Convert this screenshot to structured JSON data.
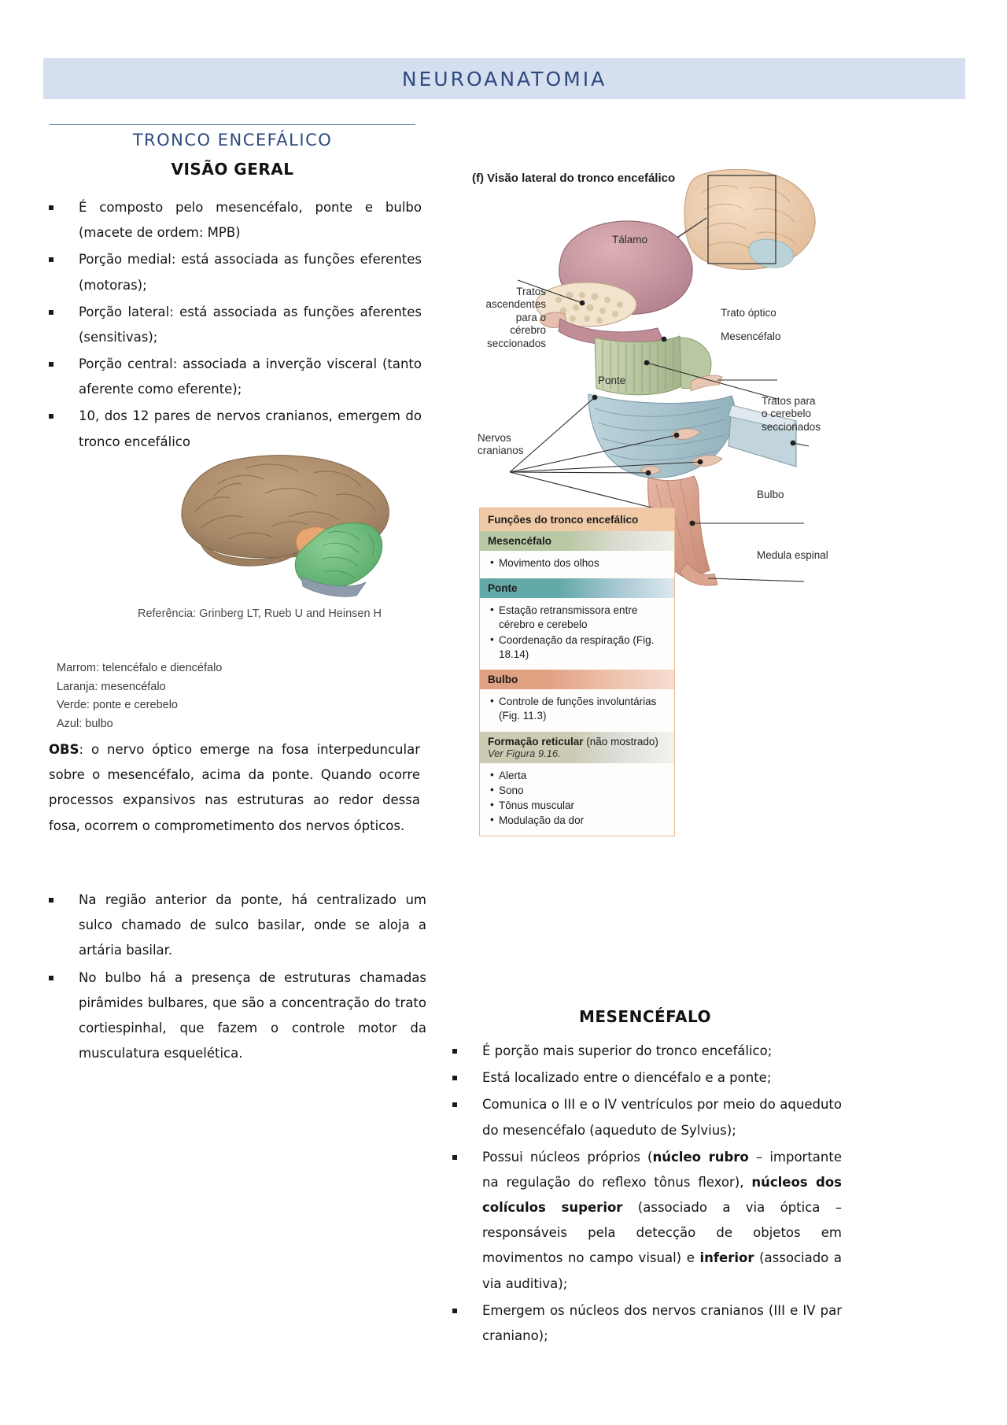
{
  "header": {
    "title": "NEUROANATOMIA"
  },
  "section": {
    "title": "TRONCO ENCEFÁLICO",
    "subtitle": "VISÃO GERAL"
  },
  "left_bullets": [
    "É composto pelo mesencéfalo, ponte e bulbo (macete de ordem: MPB)",
    "Porção medial: está associada as funções eferentes (motoras);",
    "Porção lateral: está associada as funções aferentes (sensitivas);",
    "Porção central: associada a inverção visceral (tanto aferente como eferente);",
    "10, dos 12 pares de nervos cranianos, emergem do tronco encefálico"
  ],
  "figure_left": {
    "caption": "Referência: Grinberg LT, Rueb U and Heinsen H",
    "legend": [
      "Marrom: telencéfalo e diencéfalo",
      "Laranja: mesencéfalo",
      "Verde: ponte e cerebelo",
      "Azul: bulbo"
    ]
  },
  "obs": {
    "label": "OBS",
    "text": ": o nervo óptico emerge na fosa interpeduncular sobre o mesencéfalo, acima da ponte. Quando ocorre processos expansivos nas estruturas ao redor dessa fosa, ocorrem o comprometimento dos nervos ópticos."
  },
  "left_lower_bullets": [
    "Na região anterior da ponte, há centralizado um sulco chamado de sulco basilar, onde se aloja a artária basilar.",
    "No bulbo há a presença de estruturas chamadas pirâmides bulbares, que são a concentração do trato cortiespinhal, que fazem o controle motor da musculatura esquelética."
  ],
  "figure_right": {
    "title": "(f) Visão lateral do tronco encefálico",
    "labels": {
      "talamo": "Tálamo",
      "tratos_ascendentes": "Tratos\nascendentes\npara o\ncérebro\nseccionados",
      "trato_optico": "Trato óptico",
      "mesencefalo": "Mesencéfalo",
      "ponte": "Ponte",
      "tratos_cerebelo": "Tratos para\no cerebelo\nseccionados",
      "nervos_cranianos": "Nervos\ncranianos",
      "bulbo": "Bulbo",
      "medula_espinal": "Medula espinal"
    }
  },
  "functions_box": {
    "title": "Funções do tronco encefálico",
    "sections": [
      {
        "heading": "Mesencéfalo",
        "items": [
          "Movimento dos olhos"
        ]
      },
      {
        "heading": "Ponte",
        "items": [
          "Estação retransmissora entre cérebro e cerebelo",
          "Coordenação da respiração (Fig. 18.14)"
        ]
      },
      {
        "heading": "Bulbo",
        "items": [
          "Controle de funções involuntárias (Fig. 11.3)"
        ]
      },
      {
        "heading_bold": "Formação reticular",
        "heading_normal": " (não mostrado)",
        "heading_italic": "Ver Figura 9.16.",
        "items": [
          "Alerta",
          "Sono",
          "Tônus muscular",
          "Modulação da dor"
        ]
      }
    ]
  },
  "mesencefalo_section": {
    "title": "MESENCÉFALO",
    "bullets": [
      {
        "text": "É porção mais superior do tronco encefálico;"
      },
      {
        "text": "Está localizado entre o diencéfalo e a ponte;"
      },
      {
        "text": "Comunica o III e o IV ventrículos por meio do aqueduto do mesencéfalo (aqueduto de Sylvius);"
      },
      {
        "html": true,
        "text": "Possui núcleos próprios (<b>núcleo rubro</b> – importante na regulação do reflexo tônus flexor), <b>núcleos dos colículos superior</b> (associado a via óptica – responsáveis pela detecção de objetos em movimentos no campo visual) e <b>inferior</b> (associado a via auditiva);"
      },
      {
        "text": "Emergem os núcleos dos nervos cranianos (III e IV par craniano);"
      }
    ]
  },
  "colors": {
    "header_band": "#d6dfef",
    "header_text": "#2e4a7d",
    "accent_rule": "#4b6aa5",
    "box_border": "#e8bb95",
    "box_title_bg": "#f0c9a6",
    "mesencefalo_bg": "#b9c8a4",
    "ponte_bg": "#63a9a8",
    "bulbo_bg": "#e0a183",
    "reticular_bg": "#ccccb4",
    "brain_brown": "#a98a69",
    "brain_orange": "#e8a771",
    "brain_green": "#6cbb7f",
    "brain_blue": "#8d9bab",
    "thalamus_pink": "#c2919b",
    "mesencephalon_green": "#b6c4a0",
    "pons_blue": "#a8c3cc",
    "medulla_salmon": "#d99d89"
  }
}
